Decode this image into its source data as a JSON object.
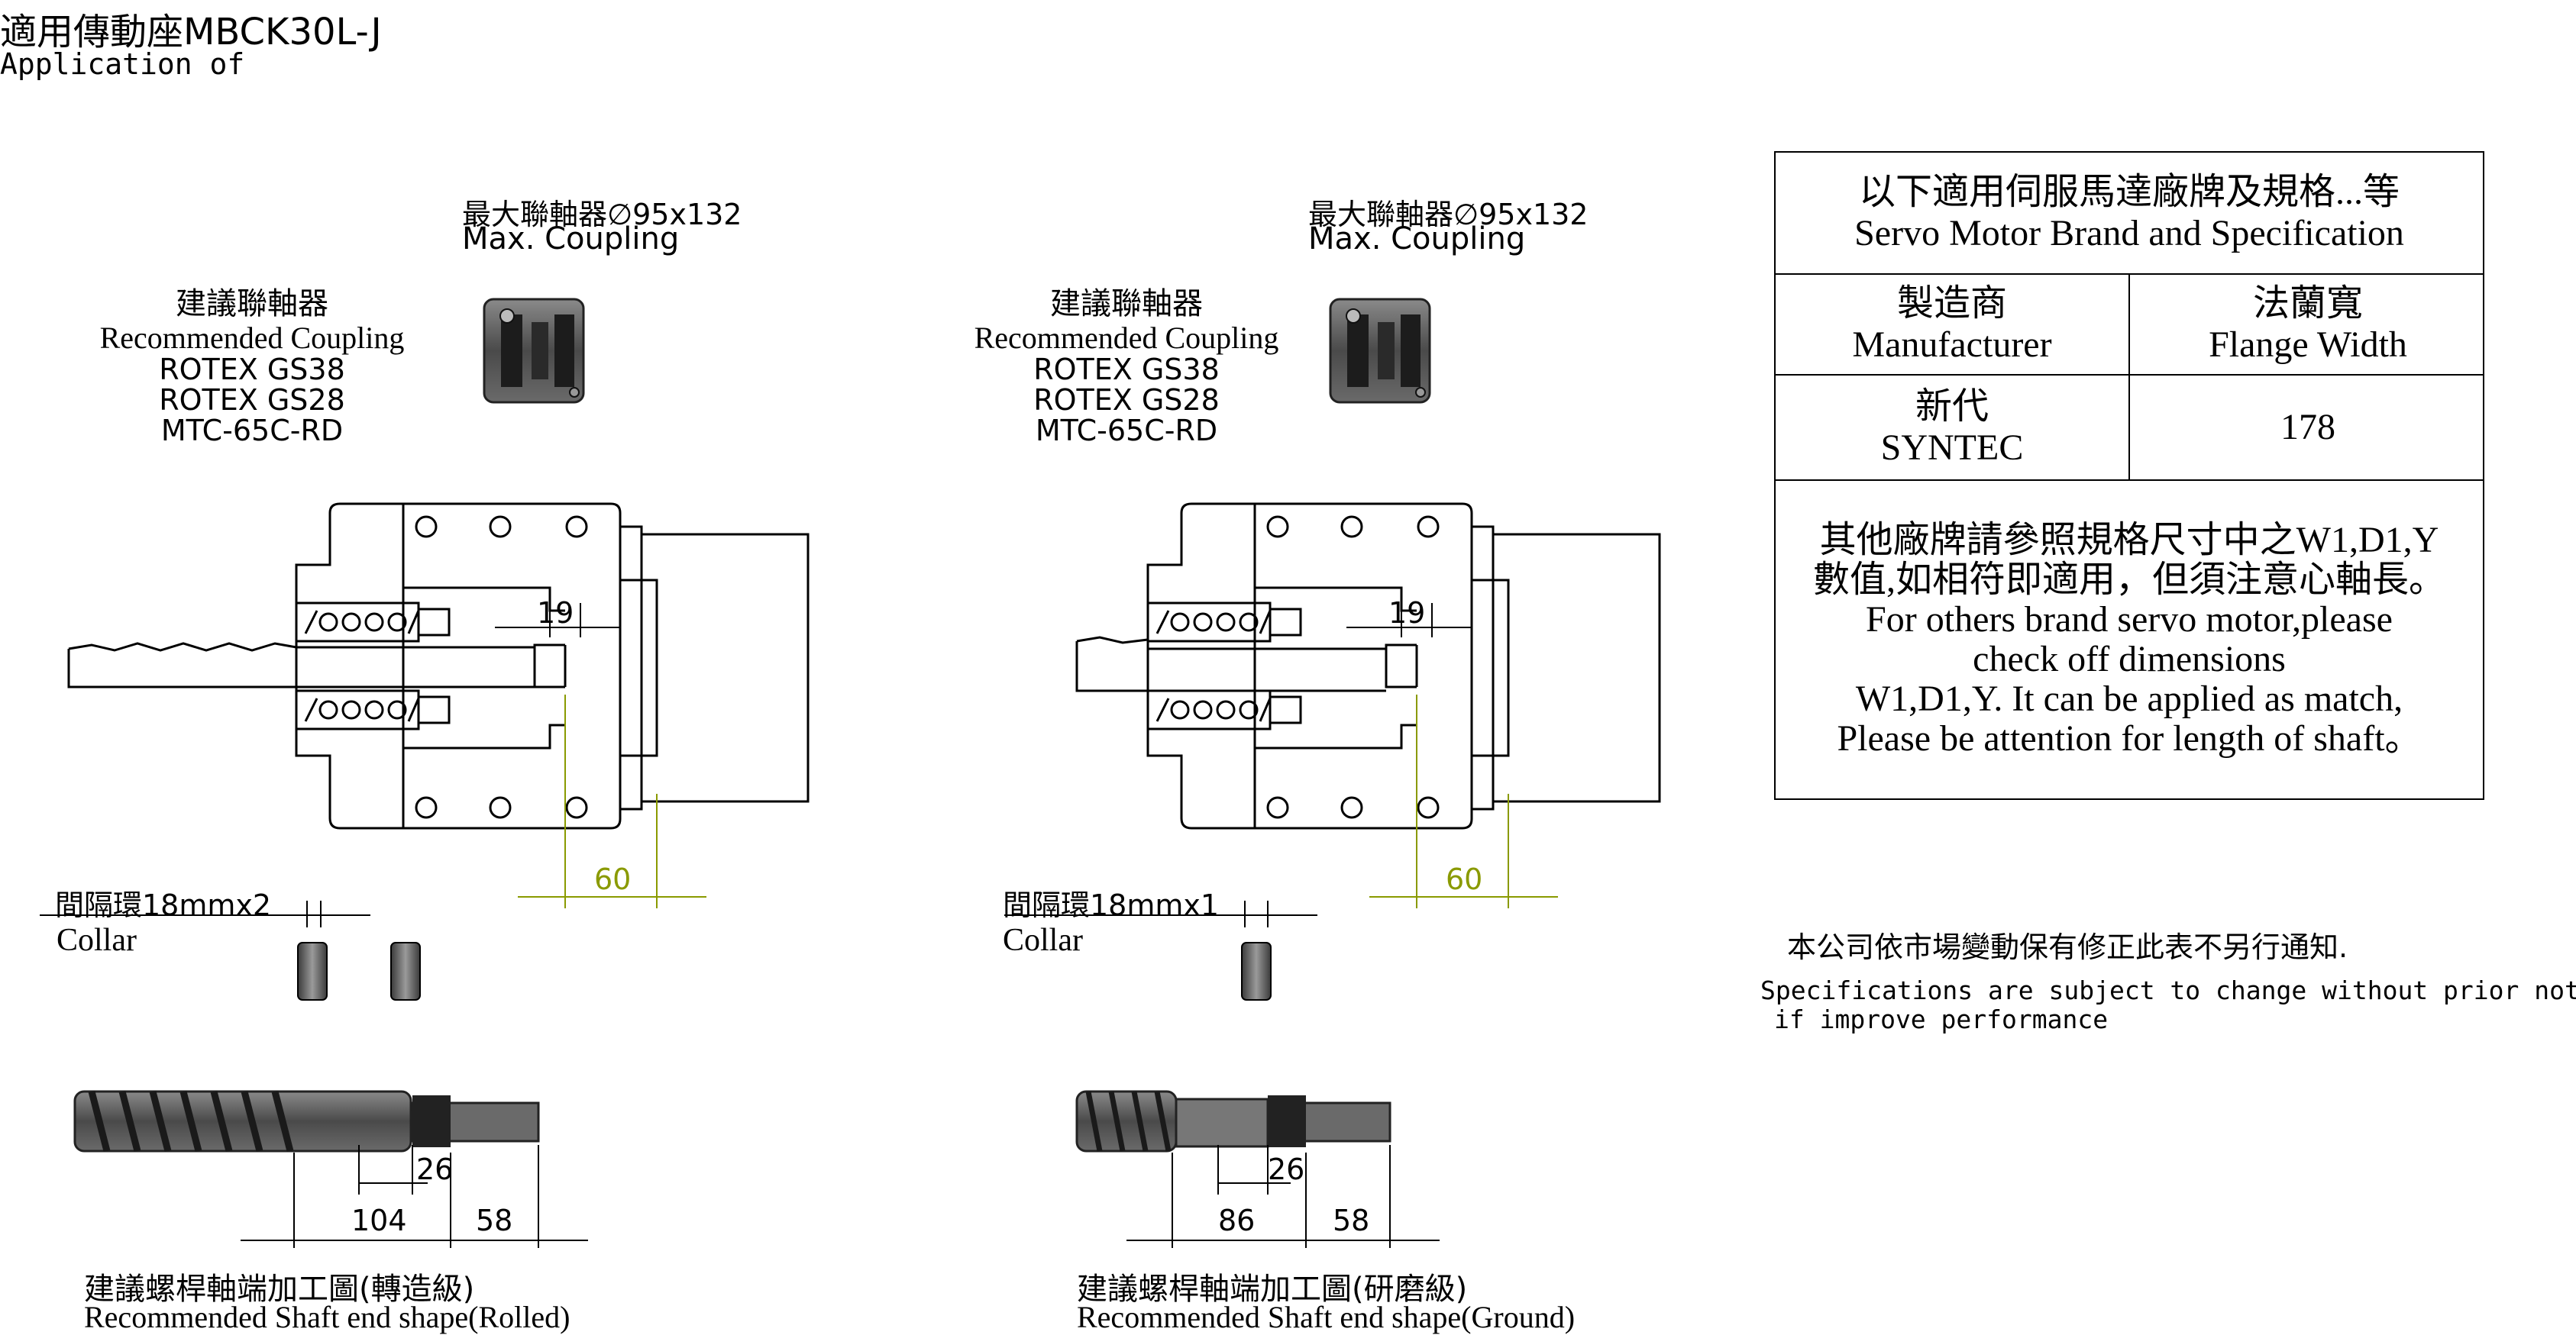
{
  "header": {
    "title": "適用傳動座MBCK30L-J",
    "subtitle": "Application of"
  },
  "left_assembly": {
    "max_coupling_zh": "最大聯軸器∅95x132",
    "max_coupling_en": "Max. Coupling",
    "recommended_zh": "建議聯軸器",
    "recommended_en": "Recommended Coupling",
    "coupling_models": [
      "ROTEX GS38",
      "ROTEX GS28",
      "MTC-65C-RD"
    ],
    "dim_bearing": "19",
    "dim_flange": "60",
    "collar_zh": "間隔環18mmx2",
    "collar_en": "Collar",
    "shaft_dims": [
      "26",
      "104",
      "58"
    ],
    "shaft_caption_zh": "建議螺桿軸端加工圖(轉造級)",
    "shaft_caption_en": "Recommended Shaft end shape(Rolled)"
  },
  "right_assembly": {
    "max_coupling_zh": "最大聯軸器∅95x132",
    "max_coupling_en": "Max. Coupling",
    "recommended_zh": "建議聯軸器",
    "recommended_en": "Recommended Coupling",
    "coupling_models": [
      "ROTEX GS38",
      "ROTEX GS28",
      "MTC-65C-RD"
    ],
    "dim_bearing": "19",
    "dim_flange": "60",
    "collar_zh": "間隔環18mmx1",
    "collar_en": "Collar",
    "shaft_dims": [
      "26",
      "86",
      "58"
    ],
    "shaft_caption_zh": "建議螺桿軸端加工圖(研磨級)",
    "shaft_caption_en": "Recommended Shaft end shape(Ground)"
  },
  "spec_table": {
    "heading_zh": "以下適用伺服馬達廠牌及規格...等",
    "heading_en": "Servo Motor Brand and Specification",
    "col1_zh": "製造商",
    "col1_en": "Manufacturer",
    "col2_zh": "法蘭寬",
    "col2_en": "Flange Width",
    "brand_zh": "新代",
    "brand_en": "SYNTEC",
    "flange_width": "178",
    "note_zh_1": "其他廠牌請參照規格尺寸中之W1,D1,Y",
    "note_zh_2": "數值,如相符即適用，但須注意心軸長。",
    "note_en_1": "For others brand servo motor,please",
    "note_en_2": "check off dimensions",
    "note_en_3": "W1,D1,Y. It can be applied as match,",
    "note_en_4": "Please be attention for length of shaft。"
  },
  "disclaimer": {
    "zh": "本公司依市場變動保有修正此表不另行通知.",
    "en_1": "Specifications are subject to change without prior notice",
    "en_2": "if improve performance"
  }
}
